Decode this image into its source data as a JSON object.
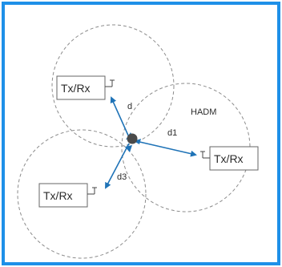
{
  "diagram": {
    "label": "HADM",
    "transceivers": [
      {
        "label": "Tx/Rx"
      },
      {
        "label": "Tx/Rx"
      },
      {
        "label": "Tx/Rx"
      }
    ],
    "distances": [
      {
        "label": "d"
      },
      {
        "label": "d1"
      },
      {
        "label": "d3"
      }
    ],
    "colors": {
      "frame": "#1e90e8",
      "circle": "#8c8c8c",
      "arrow": "#1f73b7",
      "center": "#4a4a4a",
      "box": "#666666",
      "text": "#2b2b2b"
    }
  }
}
